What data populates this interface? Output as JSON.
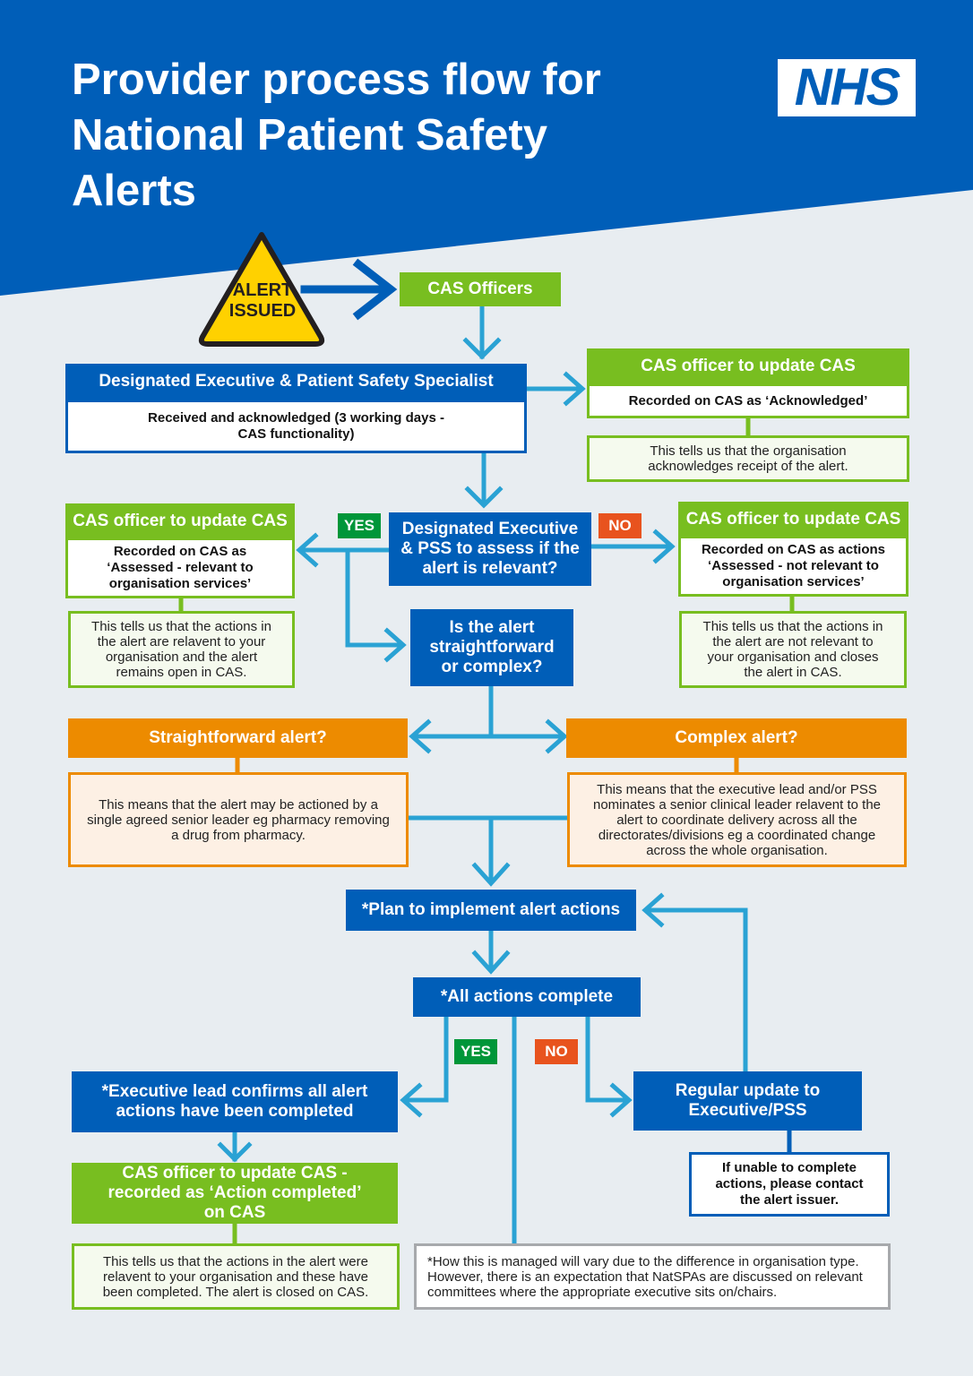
{
  "header": {
    "title_line1": "Provider process flow for",
    "title_line2": "National Patient Safety",
    "title_line3": "Alerts",
    "logo_text": "NHS"
  },
  "colors": {
    "nhs_blue": "#005eb8",
    "green": "#78be20",
    "orange": "#ed8b00",
    "arrow": "#2aa2d4",
    "yes": "#009639",
    "no": "#e8531e",
    "warning": "#ffd100"
  },
  "nodes": {
    "alert_issued_line1": "ALERT",
    "alert_issued_line2": "ISSUED",
    "cas_officers": "CAS Officers",
    "designated_exec_title": "Designated Executive & Patient Safety Specialist",
    "designated_exec_body": "Received and acknowledged (3 working days - CAS functionality)",
    "ack_title": "CAS officer to update CAS",
    "ack_body": "Recorded on CAS as ‘Acknowledged’",
    "ack_note": "This tells us that the organisation acknowledges receipt of the alert.",
    "assess": "Designated Executive & PSS to assess if the alert is relevant?",
    "yes_label": "YES",
    "no_label": "NO",
    "relevant_title": "CAS officer to update CAS",
    "relevant_body": "Recorded on CAS as ‘Assessed - relevant to organisation services’",
    "relevant_note": "This tells us that the actions in the alert are relavent to your organisation and the alert remains open in CAS.",
    "not_relevant_title": "CAS officer to update CAS",
    "not_relevant_body": "Recorded on CAS as actions ‘Assessed - not relevant to organisation services’",
    "not_relevant_note": "This tells us that the actions in the alert are not relevant to your organisation and closes the alert in CAS.",
    "straight_or_complex": "Is the alert straightforward or complex?",
    "straightforward_title": "Straightforward alert?",
    "straightforward_note": "This means that the alert may be actioned by a single agreed senior leader eg pharmacy removing a drug from pharmacy.",
    "complex_title": "Complex alert?",
    "complex_note": "This means that the executive lead and/or PSS nominates a senior clinical leader relavent to the alert to coordinate delivery across all the directorates/divisions eg a coordinated change across the whole organisation.",
    "plan": "*Plan to implement alert actions",
    "all_complete": "*All actions complete",
    "yes_label_2": "YES",
    "no_label_2": "NO",
    "exec_confirms": "*Executive lead confirms all alert actions have been completed",
    "cas_completed": "CAS officer to update CAS - recorded as ‘Action completed’ on CAS",
    "completed_note": "This tells us that the actions in the alert were relavent to your organisation and these have been completed. The alert is closed on CAS.",
    "regular_update": "Regular update to Executive/PSS",
    "unable_note": "If unable to complete actions, please contact the alert issuer.",
    "footnote": "*How this is managed will vary due to the difference in organisation type. However, there is an expectation that NatSPAs are discussed on relevant committees where the appropriate executive sits on/chairs."
  }
}
